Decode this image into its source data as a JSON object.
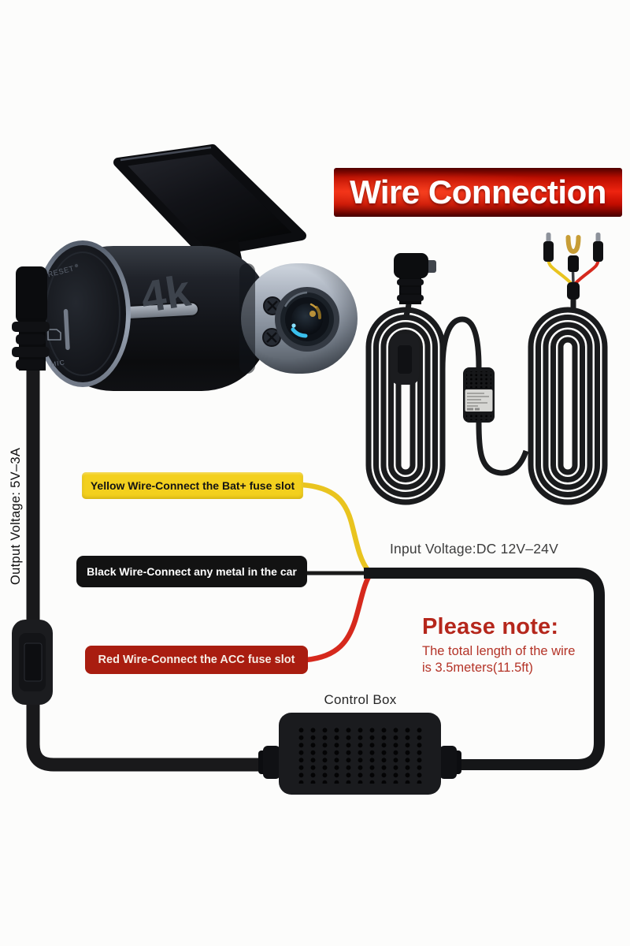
{
  "colors": {
    "background": "#fcfcfb",
    "banner_red": "#ee2410",
    "label_yellow_bg": "#f3d01e",
    "label_black_bg": "#121212",
    "label_red_bg": "#a91d10",
    "wire_yellow": "#e9c41f",
    "wire_red": "#d6291d",
    "wire_black": "#1a1a1a",
    "note_text": "#b5271c",
    "cable_black": "#19191b"
  },
  "title_banner": {
    "text": "Wire Connection"
  },
  "camera": {
    "logo_text": "4k",
    "reset_label": "RESET",
    "mic_label": "MIC"
  },
  "output_voltage": {
    "text": "Output Voltage: 5V–3A"
  },
  "wire_labels": {
    "yellow": {
      "text": "Yellow Wire-Connect the Bat+ fuse slot"
    },
    "black": {
      "text": "Black Wire-Connect any metal in the car"
    },
    "red": {
      "text": "Red Wire-Connect the ACC fuse slot"
    }
  },
  "input_voltage": {
    "text": "Input Voltage:DC 12V–24V"
  },
  "note": {
    "title": "Please note:",
    "line1": "The total length of the wire",
    "line2": "is 3.5meters(11.5ft)"
  },
  "control_box": {
    "label": "Control Box"
  }
}
